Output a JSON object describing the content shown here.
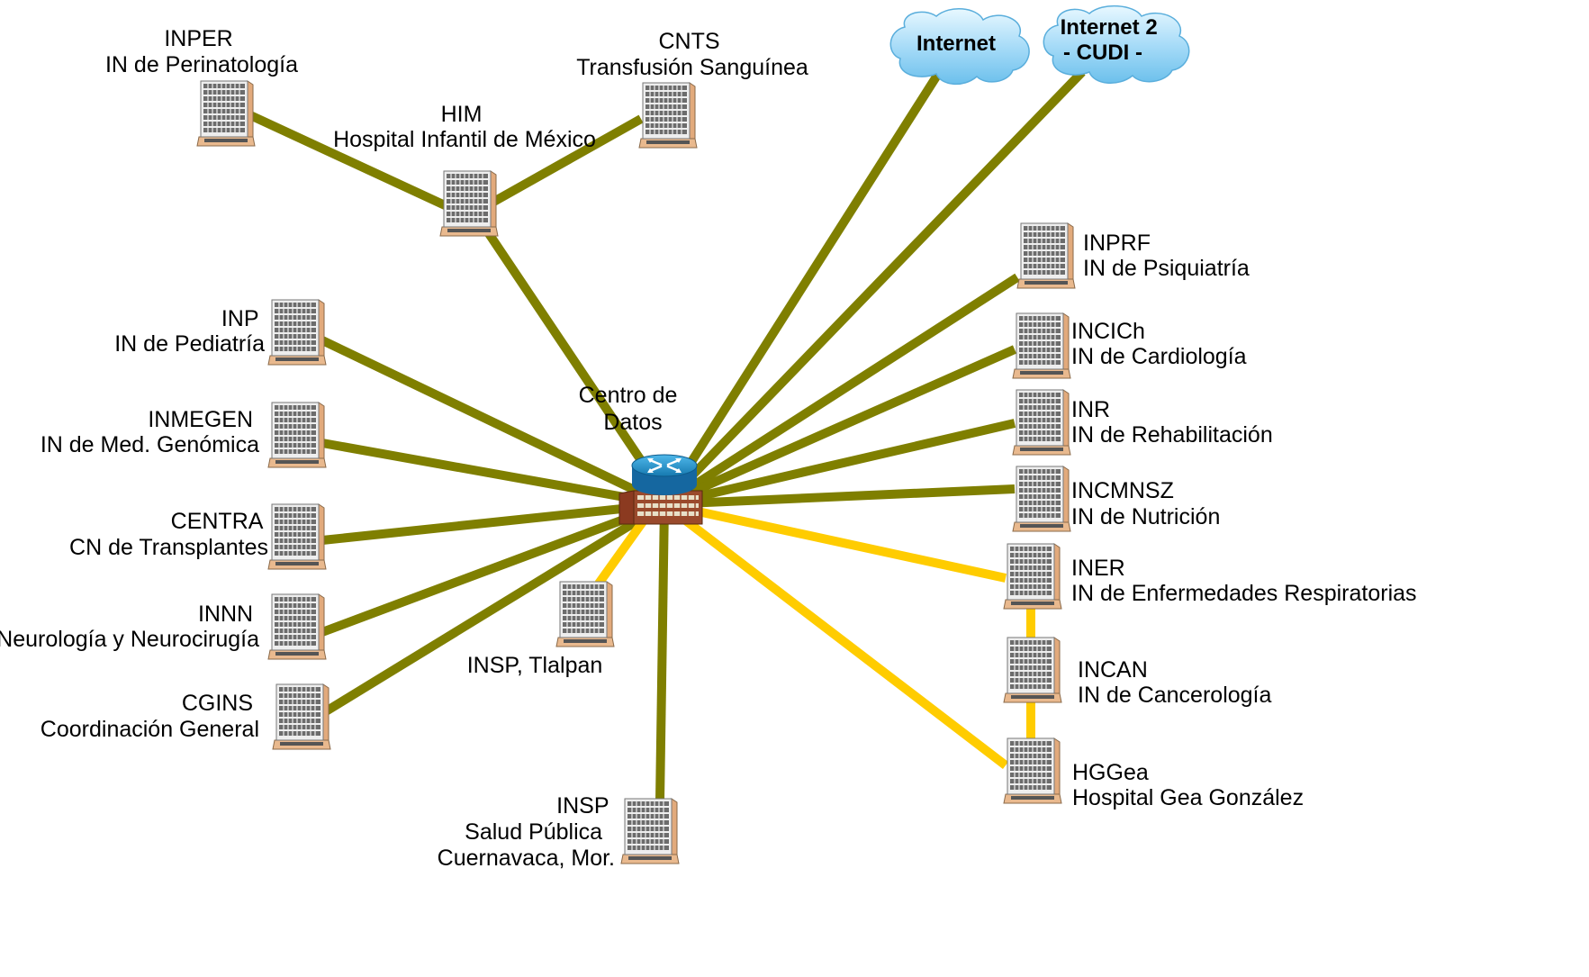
{
  "hub": {
    "label_lines": [
      "Centro de",
      "Datos"
    ]
  },
  "clouds": [
    {
      "id": "internet",
      "lines": [
        "Internet"
      ]
    },
    {
      "id": "internet2",
      "lines": [
        "Internet 2",
        "- CUDI -"
      ]
    }
  ],
  "nodes": [
    {
      "id": "inper",
      "lines": [
        "INPER",
        "IN de Perinatología"
      ]
    },
    {
      "id": "him",
      "lines": [
        "HIM",
        "Hospital Infantil de México"
      ]
    },
    {
      "id": "cnts",
      "lines": [
        "CNTS",
        "Transfusión Sanguínea"
      ]
    },
    {
      "id": "inp",
      "lines": [
        "INP",
        "IN de Pediatría"
      ]
    },
    {
      "id": "inmegen",
      "lines": [
        "INMEGEN",
        "IN de Med. Genómica"
      ]
    },
    {
      "id": "centra",
      "lines": [
        "CENTRA",
        "CN de Transplantes"
      ]
    },
    {
      "id": "innn",
      "lines": [
        "INNN",
        "Neurología y Neurocirugía"
      ]
    },
    {
      "id": "cgins",
      "lines": [
        "CGINS",
        "Coordinación General"
      ]
    },
    {
      "id": "insp-tlalpan",
      "lines": [
        "INSP, Tlalpan"
      ]
    },
    {
      "id": "insp-cuernavaca",
      "lines": [
        "INSP",
        "Salud Pública",
        "Cuernavaca, Mor."
      ]
    },
    {
      "id": "inprf",
      "lines": [
        "INPRF",
        "IN de Psiquiatría"
      ]
    },
    {
      "id": "incich",
      "lines": [
        "INCICh",
        "IN de Cardiología"
      ]
    },
    {
      "id": "inr",
      "lines": [
        "INR",
        "IN de Rehabilitación"
      ]
    },
    {
      "id": "incmnsz",
      "lines": [
        "INCMNSZ",
        "IN de Nutrición"
      ]
    },
    {
      "id": "iner",
      "lines": [
        "INER",
        "IN de Enfermedades Respiratorias"
      ]
    },
    {
      "id": "incan",
      "lines": [
        "INCAN",
        "IN de Cancerología"
      ]
    },
    {
      "id": "hggea",
      "lines": [
        "HGGea",
        "Hospital Gea González"
      ]
    }
  ],
  "links": [
    {
      "from": "inper",
      "to": "him",
      "color": "#7f7f00"
    },
    {
      "from": "cnts",
      "to": "him",
      "color": "#7f7f00"
    },
    {
      "from": "him",
      "to": "hub",
      "color": "#7f7f00"
    },
    {
      "from": "inp",
      "to": "hub",
      "color": "#7f7f00"
    },
    {
      "from": "inmegen",
      "to": "hub",
      "color": "#7f7f00"
    },
    {
      "from": "centra",
      "to": "hub",
      "color": "#7f7f00"
    },
    {
      "from": "innn",
      "to": "hub",
      "color": "#7f7f00"
    },
    {
      "from": "cgins",
      "to": "hub",
      "color": "#7f7f00"
    },
    {
      "from": "insp-tlalpan",
      "to": "hub",
      "color": "#ffcc00"
    },
    {
      "from": "insp-cuernavaca",
      "to": "hub",
      "color": "#7f7f00"
    },
    {
      "from": "internet",
      "to": "hub",
      "color": "#7f7f00"
    },
    {
      "from": "internet2",
      "to": "hub",
      "color": "#7f7f00"
    },
    {
      "from": "inprf",
      "to": "hub",
      "color": "#7f7f00"
    },
    {
      "from": "incich",
      "to": "hub",
      "color": "#7f7f00"
    },
    {
      "from": "inr",
      "to": "hub",
      "color": "#7f7f00"
    },
    {
      "from": "incmnsz",
      "to": "hub",
      "color": "#7f7f00"
    },
    {
      "from": "iner",
      "to": "hub",
      "color": "#ffcc00"
    },
    {
      "from": "iner",
      "to": "incan",
      "color": "#ffcc00"
    },
    {
      "from": "incan",
      "to": "hggea",
      "color": "#ffcc00"
    },
    {
      "from": "hggea",
      "to": "hub",
      "color": "#ffcc00"
    }
  ],
  "colors": {
    "olive_link": "#7f7f00",
    "yellow_link": "#ffcc00",
    "router": "#1a8fc8",
    "cloud": "#a8dcf8"
  }
}
